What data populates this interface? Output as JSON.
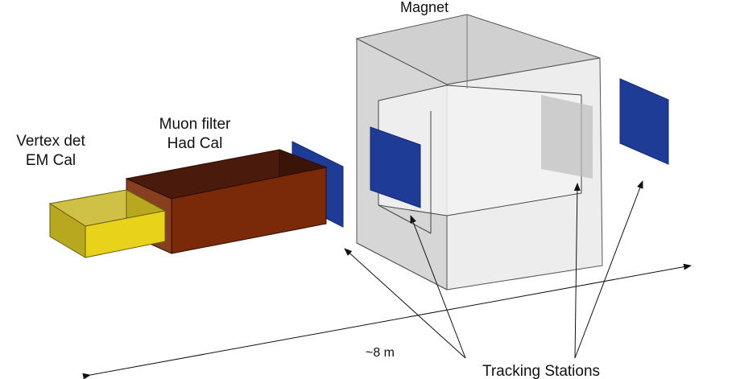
{
  "labels": {
    "magnet": "Magnet",
    "muon_filter": "Muon filter",
    "had_cal": "Had Cal",
    "vertex_det": "Vertex det",
    "em_cal": "EM Cal",
    "distance": "~8 m",
    "tracking_stations": "Tracking Stations"
  },
  "colors": {
    "magnet_fill": "#c8c8c8",
    "magnet_inner": "#e6e6e6",
    "muon_front": "#7a2a08",
    "muon_top": "#4a1a0c",
    "muon_side": "#3a1408",
    "vertex_front": "#e8d21a",
    "vertex_top": "#cfc046",
    "vertex_side": "#b8a820",
    "tracking_station": "#1e3c96",
    "tracking_station_edge": "#142a6e"
  }
}
